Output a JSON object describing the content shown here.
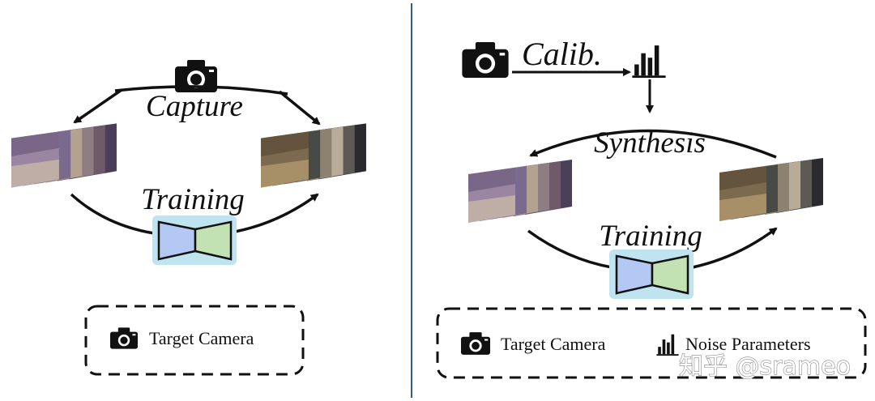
{
  "left_panel": {
    "capture_label": "Capture",
    "training_label": "Training",
    "legend": {
      "camera_label": "Target Camera"
    }
  },
  "right_panel": {
    "calib_label": "Calib.",
    "synthesis_label": "Synthesis",
    "training_label": "Training",
    "legend": {
      "camera_label": "Target Camera",
      "noise_label": "Noise Parameters"
    }
  },
  "watermark": "知乎 @srameo",
  "colors": {
    "encoder_blue": "#b3c8f2",
    "decoder_green": "#c3e2b4",
    "network_highlight": "#bfe3ef",
    "divider": "#2f5d7e"
  }
}
